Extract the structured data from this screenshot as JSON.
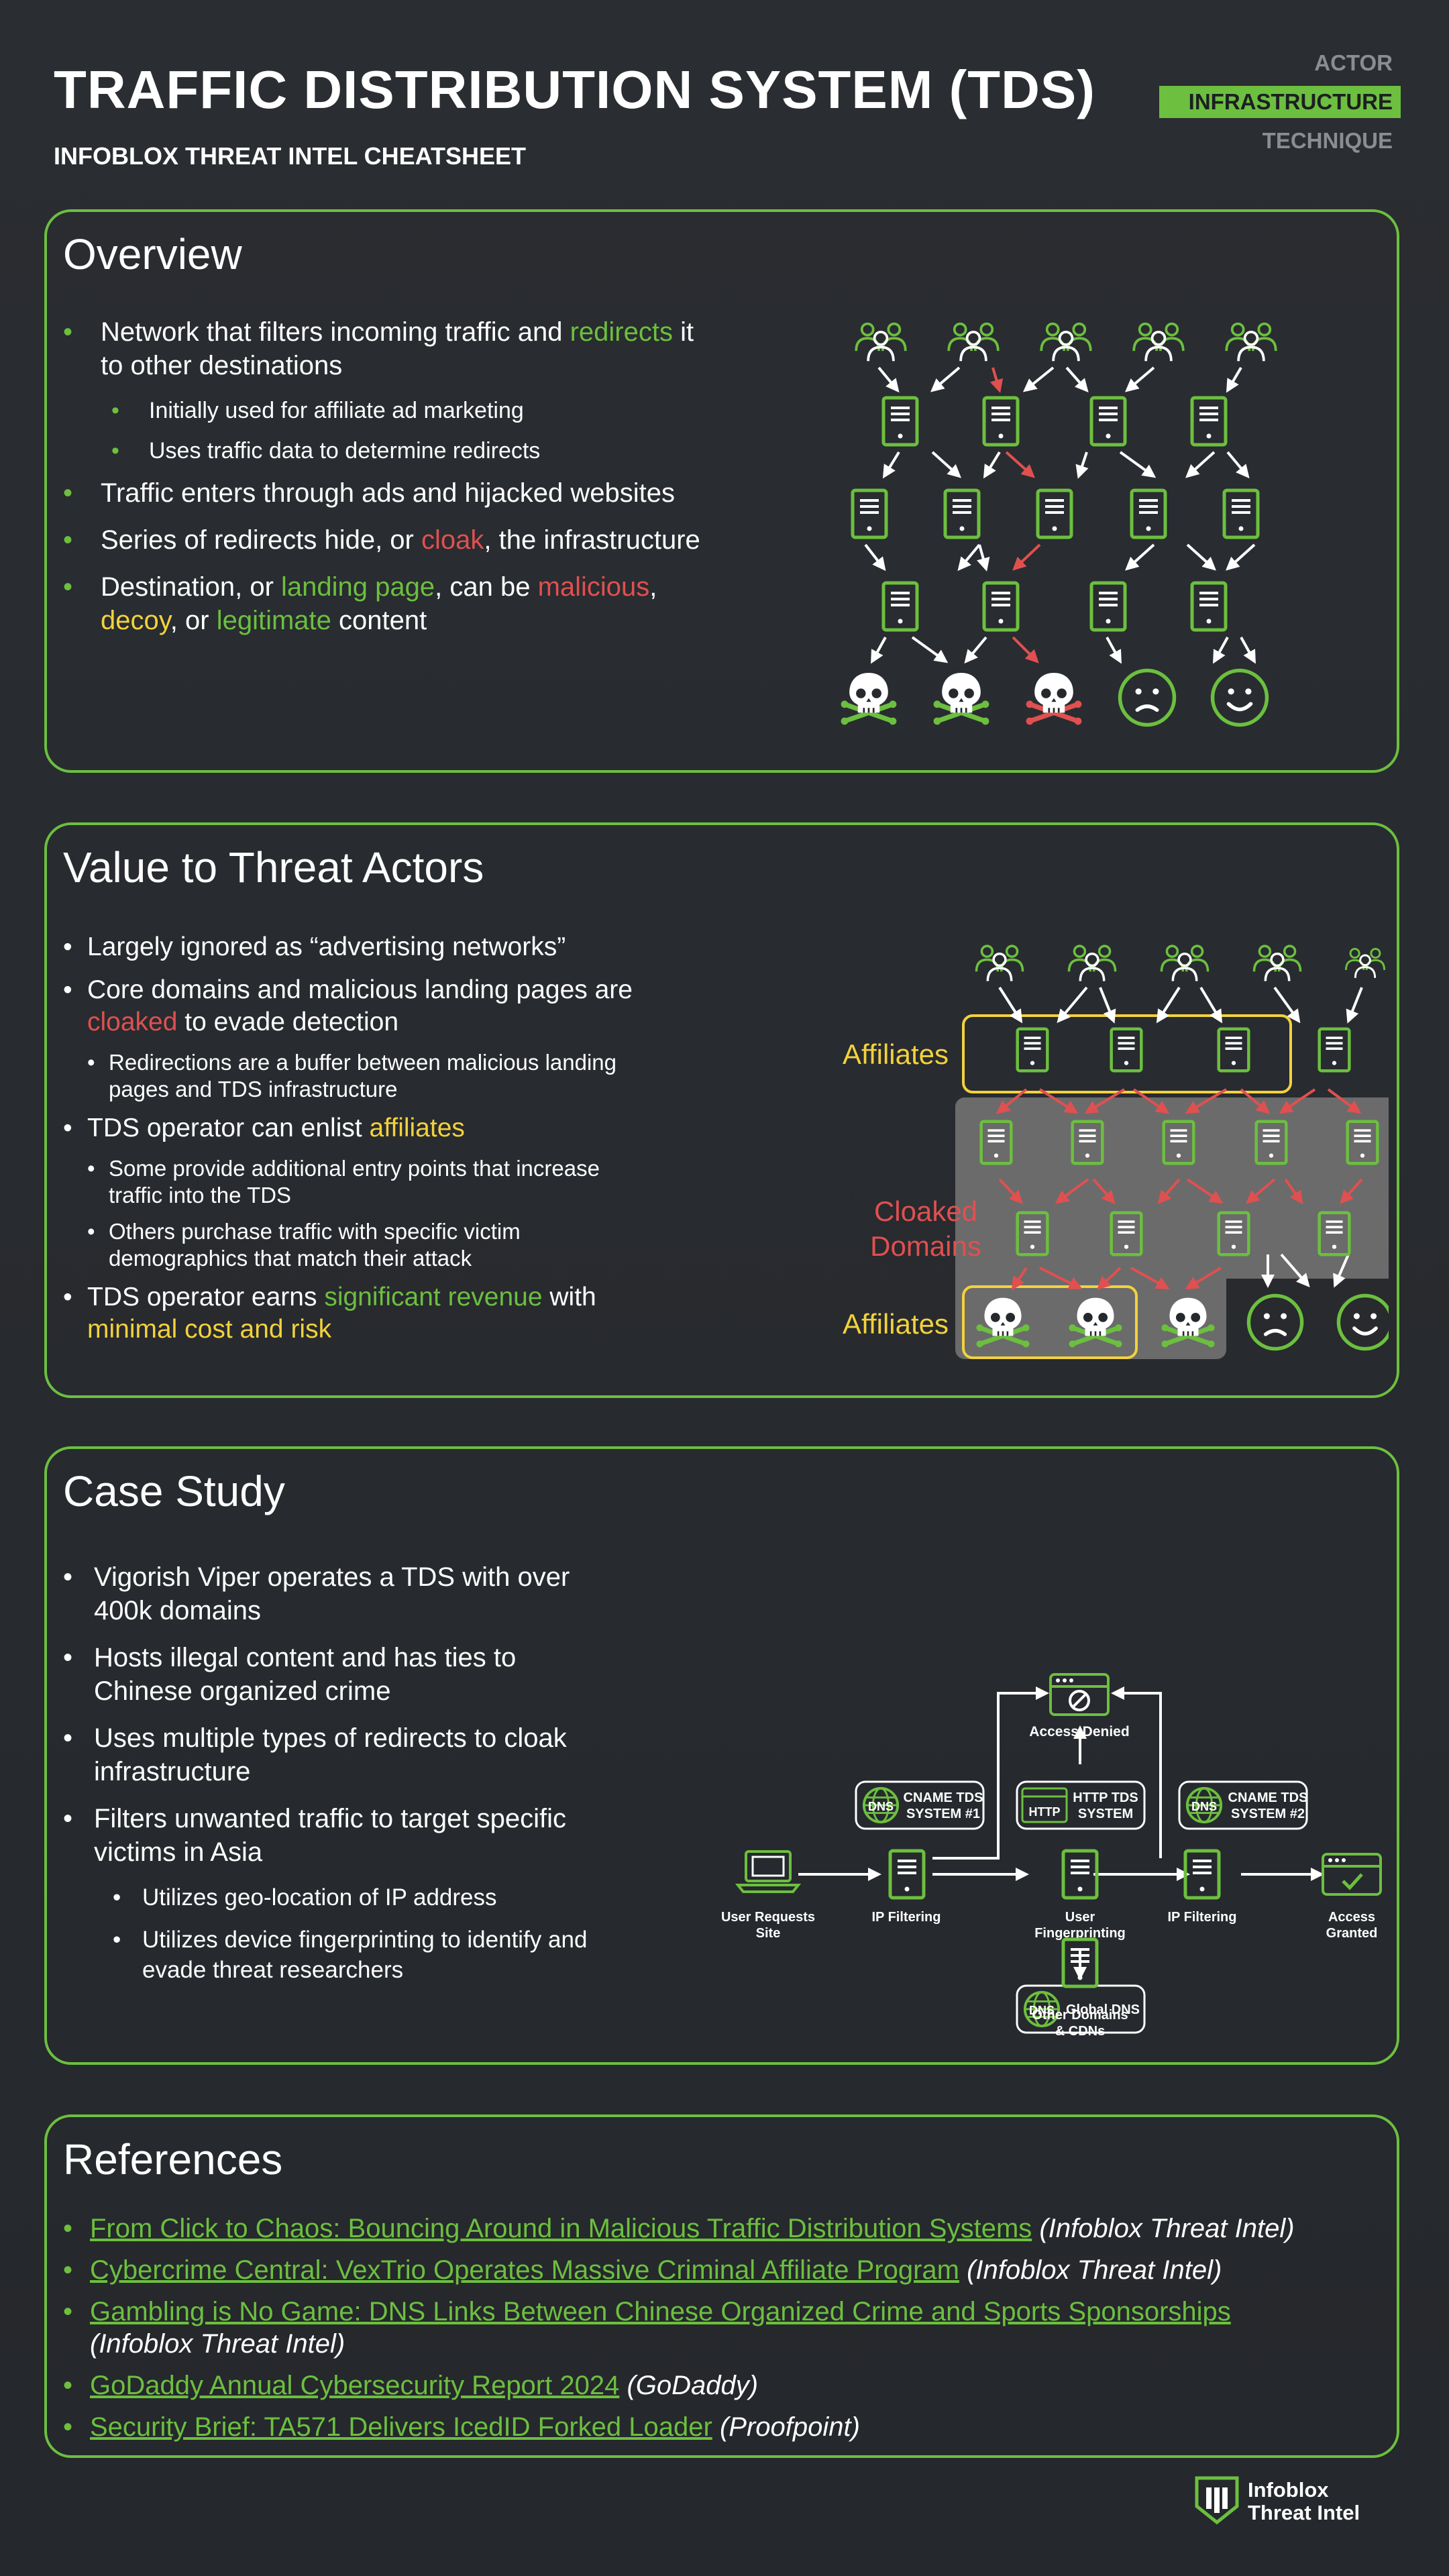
{
  "header": {
    "title": "TRAFFIC DISTRIBUTION SYSTEM (TDS)",
    "subtitle": "INFOBLOX THREAT INTEL CHEATSHEET",
    "tags": [
      "ACTOR",
      "INFRASTRUCTURE",
      "TECHNIQUE"
    ],
    "active_tag": "INFRASTRUCTURE"
  },
  "colors": {
    "accent_green": "#6cbf3f",
    "red": "#e05050",
    "yellow": "#f2d23c",
    "background": "#2a2d31"
  },
  "overview": {
    "heading": "Overview",
    "b1_pre": "Network that filters incoming traffic and ",
    "b1_hl": "redirects",
    "b1_post": " it to other destinations",
    "b1_sub1": "Initially used for affiliate ad marketing",
    "b1_sub2": "Uses traffic data to determine redirects",
    "b2": "Traffic enters through ads and hijacked websites",
    "b3_pre": "Series of redirects hide, or ",
    "b3_hl": "cloak",
    "b3_post": ", the infrastructure",
    "b4_pre": "Destination, or ",
    "b4_hl1": "landing page",
    "b4_mid1": ", can be ",
    "b4_hl2": "malicious",
    "b4_mid2": ",",
    "b4_hl3": "decoy",
    "b4_mid3": ", or ",
    "b4_hl4": "legitimate",
    "b4_post": " content"
  },
  "value": {
    "heading": "Value to Threat Actors",
    "b1": "Largely ignored as “advertising networks”",
    "b2_pre": "Core domains and malicious landing pages are ",
    "b2_hl": "cloaked",
    "b2_post": " to evade detection",
    "b2_sub": "Redirections are a buffer between malicious landing pages and TDS infrastructure",
    "b3_pre": "TDS operator can enlist ",
    "b3_hl": "affiliates",
    "b3_sub1": "Some provide additional entry points that increase traffic into the TDS",
    "b3_sub2": "Others purchase traffic with specific victim demographics that match their attack",
    "b4_pre": "TDS operator earns ",
    "b4_hl1": "significant revenue",
    "b4_mid": " with ",
    "b4_hl2": "minimal cost and risk",
    "diagram_labels": {
      "affiliates_top": "Affiliates",
      "cloaked_1": "Cloaked",
      "cloaked_2": "Domains",
      "affiliates_bottom": "Affiliates"
    }
  },
  "case": {
    "heading": "Case Study",
    "b1": "Vigorish Viper operates a TDS with over 400k domains",
    "b2": "Hosts illegal content and has ties to Chinese organized crime",
    "b3": "Uses multiple types of redirects to cloak infrastructure",
    "b4": "Filters unwanted traffic to target specific victims in Asia",
    "b4_sub1": "Utilizes geo-location of IP address",
    "b4_sub2": "Utilizes device fingerprinting to identify and evade threat researchers",
    "flow": {
      "access_denied": "Access Denied",
      "cname1_a": "CNAME TDS",
      "cname1_b": "SYSTEM #1",
      "http_a": "HTTP TDS",
      "http_b": "SYSTEM",
      "cname2_a": "CNAME TDS",
      "cname2_b": "SYSTEM #2",
      "dns_badge": "DNS",
      "http_badge": "HTTP",
      "user_a": "User Requests",
      "user_b": "Site",
      "ipf1": "IP Filtering",
      "fp_a": "User",
      "fp_b": "Fingerprinting",
      "ipf2": "IP Filtering",
      "granted_a": "Access",
      "granted_b": "Granted",
      "global_dns": "Global DNS",
      "other_a": "Other Domains",
      "other_b": "& CDNs"
    }
  },
  "references": {
    "heading": "References",
    "items": [
      {
        "link": "From Click to Chaos: Bouncing Around in Malicious Traffic Distribution Systems",
        "source": "(Infoblox Threat Intel)"
      },
      {
        "link": "Cybercrime Central: VexTrio Operates Massive Criminal Affiliate Program",
        "source": "(Infoblox Threat Intel)"
      },
      {
        "link": "Gambling is No Game: DNS Links Between Chinese Organized Crime and Sports Sponsorships",
        "source": "(Infoblox Threat Intel)"
      },
      {
        "link": "GoDaddy Annual Cybersecurity Report 2024",
        "source": "(GoDaddy)"
      },
      {
        "link": "Security Brief: TA571 Delivers IcedID Forked Loader",
        "source": "(Proofpoint)"
      }
    ]
  },
  "footer": {
    "logo_line1": "Infoblox",
    "logo_line2": "Threat Intel"
  }
}
